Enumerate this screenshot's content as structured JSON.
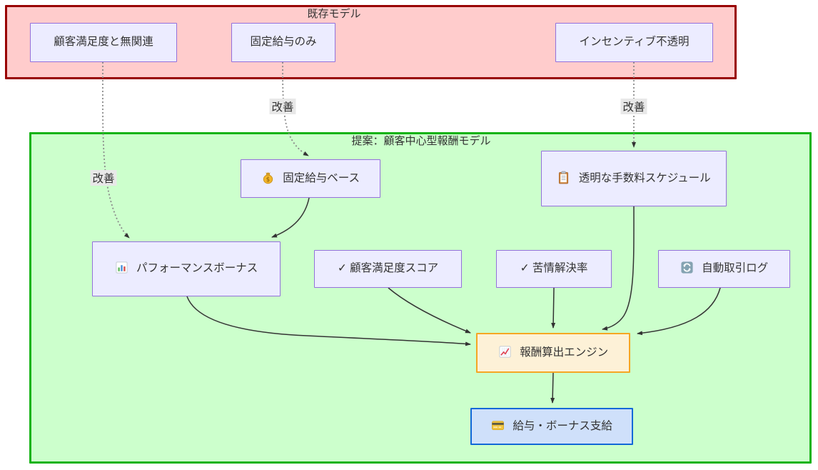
{
  "diagram_type": "flowchart",
  "subgraphs": {
    "existing": {
      "title": "既存モデル"
    },
    "proposal": {
      "title": "提案：顧客中心型報酬モデル"
    }
  },
  "nodes": [
    {
      "id": "old-satisfaction",
      "label": "顧客満足度と無関連",
      "icon": null
    },
    {
      "id": "old-fixed-salary",
      "label": "固定給与のみ",
      "icon": null
    },
    {
      "id": "old-incentive",
      "label": "インセンティブ不透明",
      "icon": null
    },
    {
      "id": "base-salary",
      "label": "固定給与ベース",
      "icon": "money-bag"
    },
    {
      "id": "fee-schedule",
      "label": "透明な手数料スケジュール",
      "icon": "clipboard"
    },
    {
      "id": "performance-bonus",
      "label": "パフォーマンスボーナス",
      "icon": "bar-chart"
    },
    {
      "id": "satisfaction-score",
      "label": "✓ 顧客満足度スコア",
      "icon": null
    },
    {
      "id": "complaint-rate",
      "label": "✓ 苦情解決率",
      "icon": null
    },
    {
      "id": "auto-log",
      "label": "自動取引ログ",
      "icon": "cycle"
    },
    {
      "id": "reward-engine",
      "label": "報酬算出エンジン",
      "icon": "chart-increasing"
    },
    {
      "id": "payout",
      "label": "給与・ボーナス支給",
      "icon": "credit-card"
    }
  ],
  "edge_labels": [
    "改善",
    "改善",
    "改善"
  ],
  "edges": [
    {
      "from": "顧客満足度と無関連",
      "to": "パフォーマンスボーナス",
      "label": "改善",
      "style": "dotted"
    },
    {
      "from": "固定給与のみ",
      "to": "固定給与ベース",
      "label": "改善",
      "style": "dotted"
    },
    {
      "from": "インセンティブ不透明",
      "to": "透明な手数料スケジュール",
      "label": "改善",
      "style": "dotted"
    },
    {
      "from": "固定給与ベース",
      "to": "パフォーマンスボーナス",
      "label": "",
      "style": "solid"
    },
    {
      "from": "パフォーマンスボーナス",
      "to": "報酬算出エンジン",
      "label": "",
      "style": "solid"
    },
    {
      "from": "✓ 顧客満足度スコア",
      "to": "報酬算出エンジン",
      "label": "",
      "style": "solid"
    },
    {
      "from": "✓ 苦情解決率",
      "to": "報酬算出エンジン",
      "label": "",
      "style": "solid"
    },
    {
      "from": "透明な手数料スケジュール",
      "to": "報酬算出エンジン",
      "label": "",
      "style": "solid"
    },
    {
      "from": "自動取引ログ",
      "to": "報酬算出エンジン",
      "label": "",
      "style": "solid"
    },
    {
      "from": "報酬算出エンジン",
      "to": "給与・ボーナス支給",
      "label": "",
      "style": "solid"
    }
  ],
  "colors": {
    "page_bg": "#ffffff",
    "existing_fill": "#ffcccc",
    "existing_border": "#990000",
    "proposal_fill": "#ccffcc",
    "proposal_border": "#15b315",
    "node_fill": "#ececff",
    "node_border": "#9370db",
    "engine_fill": "#fdf1d7",
    "engine_border": "#f5a623",
    "payout_fill": "#cfe0fa",
    "payout_border": "#1168d8",
    "edge": "#333333",
    "dotted_edge": "#8a8a8a",
    "label_bg": "#e8e8e8",
    "text": "#333333"
  }
}
